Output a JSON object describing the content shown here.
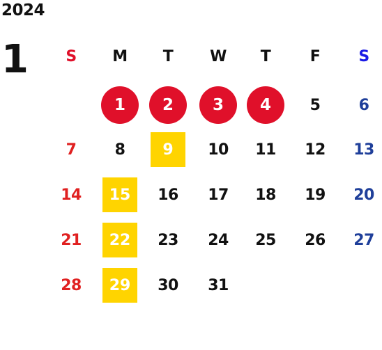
{
  "calendar": {
    "year": "2024",
    "month": "1",
    "weekdays": [
      "S",
      "M",
      "T",
      "W",
      "T",
      "F",
      "S"
    ],
    "first_weekday_index": 1,
    "days_in_month": 31,
    "holidays_circle": [
      1,
      2,
      3,
      4
    ],
    "highlight_square": [
      9,
      15,
      22,
      29
    ],
    "colors": {
      "sunday_header": "#e0102a",
      "saturday_header": "#1a1ae6",
      "sunday": "#e02020",
      "saturday": "#1f3f9a",
      "weekday": "#111111",
      "holiday_bg": "#e0102a",
      "highlight_bg": "#ffd400",
      "highlight_text": "#ffffff"
    }
  }
}
